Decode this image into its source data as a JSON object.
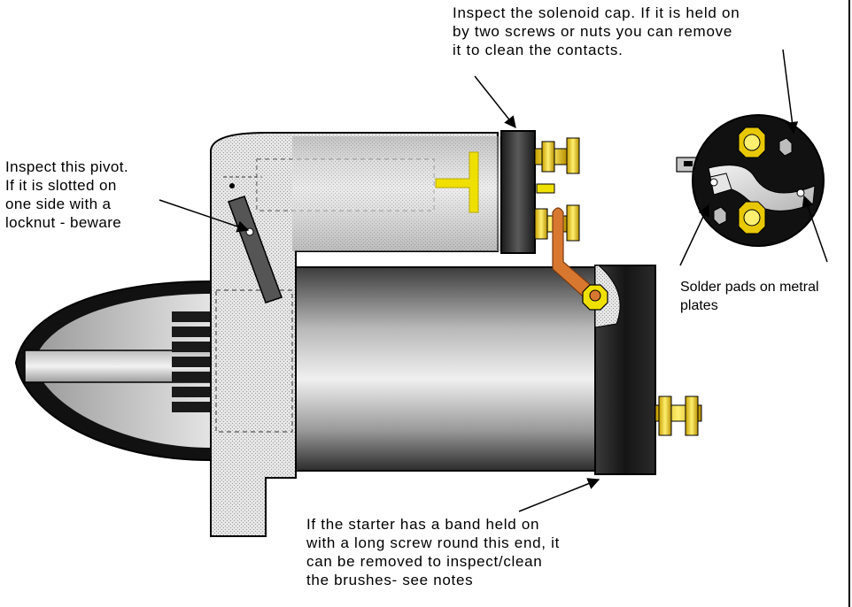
{
  "annotations": {
    "solenoid_cap": [
      "Inspect the solenoid cap. If it is held on",
      "by two screws or nuts you can remove",
      "it to clean the contacts."
    ],
    "pivot": [
      "Inspect this pivot.",
      "If it is slotted on",
      "one side with a",
      "locknut - beware"
    ],
    "solder_pads": [
      "Solder pads on metral",
      "plates"
    ],
    "band": [
      "If the starter has a band held on",
      "with a long screw round this end, it",
      "can be removed to inspect/clean",
      "the brushes- see notes"
    ]
  },
  "colors": {
    "outline": "#000000",
    "body_light": "#c8c8c8",
    "body_dark": "#505050",
    "end_cap": "#2a2a2a",
    "brass": "#e8c800",
    "yellow_plunger": "#f0e000",
    "copper_strap": "#d87830",
    "nose_ring": "#111111"
  }
}
